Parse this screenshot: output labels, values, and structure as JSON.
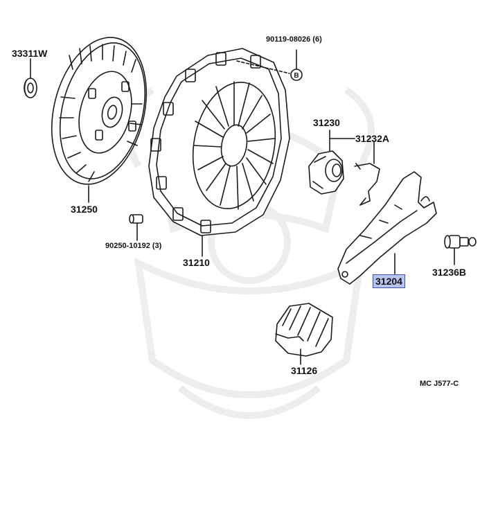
{
  "labels": {
    "p33311w": "33311W",
    "p31250": "31250",
    "p90119": "90119-08026 (6)",
    "p31230": "31230",
    "p31232a": "31232A",
    "p90250": "90250-10192 (3)",
    "p31210": "31210",
    "p31204": "31204",
    "p31236b": "31236B",
    "p31126": "31126",
    "diagram_code": "MC J577-C",
    "bolt_marker": "B"
  },
  "colors": {
    "line": "#1a1a1a",
    "highlight_fill": "#b9c4ee",
    "highlight_border": "#3c4fa8",
    "watermark": "#ececec"
  },
  "highlighted_part": "31204"
}
